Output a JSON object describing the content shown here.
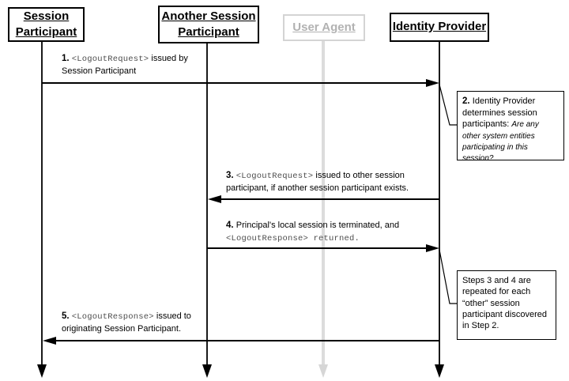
{
  "actors": [
    {
      "id": "session-participant",
      "label": "Session Participant"
    },
    {
      "id": "another-session-participant",
      "label": "Another Session Participant"
    },
    {
      "id": "user-agent",
      "label": "User Agent"
    },
    {
      "id": "identity-provider",
      "label": "Identity Provider"
    }
  ],
  "messages": {
    "m1": {
      "num": "1. ",
      "mono": "<LogoutRequest>",
      "rest": " issued by",
      "line2": "Session Participant"
    },
    "m3": {
      "num": "3. ",
      "mono": "<LogoutRequest>",
      "rest": " issued to other session",
      "line2": "participant, if another session participant exists."
    },
    "m4": {
      "num": "4. ",
      "rest": "Principal's local session is terminated, and",
      "line2_mono": "<LogoutResponse> returned."
    },
    "m5": {
      "num": "5. ",
      "mono": "<LogoutResponse>",
      "rest": " issued to",
      "line2": "originating Session Participant."
    }
  },
  "notes": {
    "note2": {
      "num": "2. ",
      "text": "Identity Provider determines session participants: ",
      "italic": "Are any other system entities participating in this session?"
    },
    "note34": {
      "text": "Steps 3 and 4 are repeated for each “other” session participant discovered in Step 2."
    }
  },
  "colors": {
    "line": "#000000",
    "ghost_box_border": "#d4d4d4",
    "ghost_text": "#b2b2b2",
    "ghost_lifeline": "#dcdcdc",
    "mono_text": "#4d4d4d",
    "background": "#ffffff"
  }
}
